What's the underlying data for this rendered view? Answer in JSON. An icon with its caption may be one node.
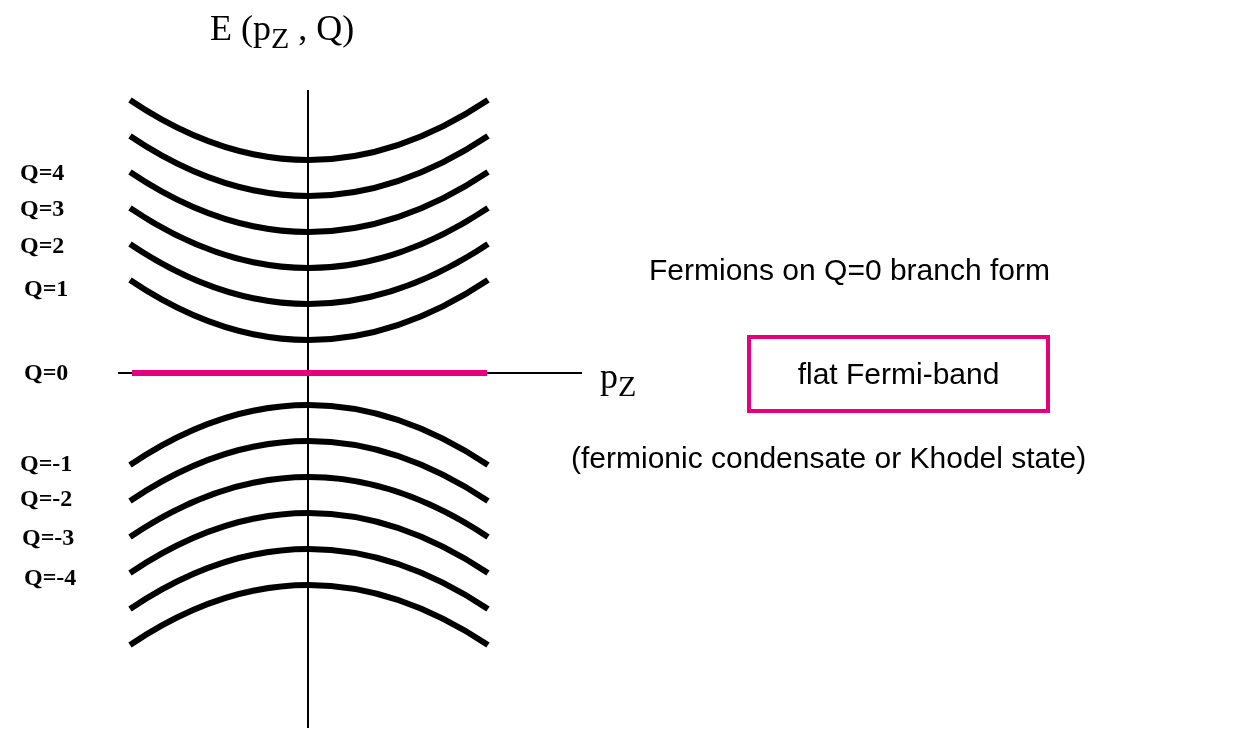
{
  "diagram": {
    "title": "E (p$_{Z}$ , Q)",
    "nodes": [
      {
        "text": [
          "flat Fermi-band"
        ]
      }
    ],
    "edges": [],
    "labels": [
      "Q=4",
      "Q=3",
      "Q=2",
      "Fermions on Q=0 branch form",
      "Q=1",
      "Q=0",
      "p$_{Z}$",
      "(fermionic condensate or Khodel state)",
      "Q=-1",
      "Q=-2",
      "Q=-3",
      "Q=-4"
    ]
  }
}
